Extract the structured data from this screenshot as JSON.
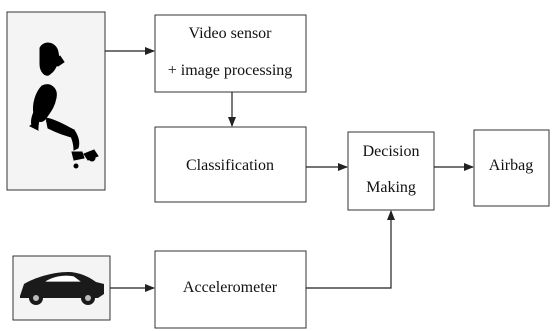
{
  "nodes": {
    "video_sensor": {
      "line1": "Video sensor",
      "line2": "+ image processing"
    },
    "classification": {
      "label": "Classification"
    },
    "decision": {
      "line1": "Decision",
      "line2": "Making"
    },
    "airbag": {
      "label": "Airbag"
    },
    "accelerometer": {
      "label": "Accelerometer"
    }
  },
  "images": {
    "occupant": "occupant-silhouette",
    "car": "sports-car"
  },
  "colors": {
    "line": "#222222",
    "box_border": "#333333"
  }
}
